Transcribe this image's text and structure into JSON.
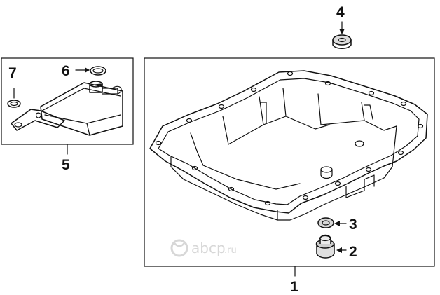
{
  "callouts": {
    "c1": "1",
    "c2": "2",
    "c3": "3",
    "c4": "4",
    "c5": "5",
    "c6": "6",
    "c7": "7"
  },
  "watermark": {
    "text": "abcp",
    "suffix": ".ru"
  },
  "parts": [
    {
      "callout": "1",
      "icon": "oil-pan-icon"
    },
    {
      "callout": "2",
      "icon": "drain-plug-icon"
    },
    {
      "callout": "3",
      "icon": "plug-gasket-icon"
    },
    {
      "callout": "4",
      "icon": "grommet-icon"
    },
    {
      "callout": "5",
      "icon": "filter-kit-box-icon"
    },
    {
      "callout": "6",
      "icon": "o-ring-icon"
    },
    {
      "callout": "7",
      "icon": "seal-ring-icon"
    }
  ]
}
